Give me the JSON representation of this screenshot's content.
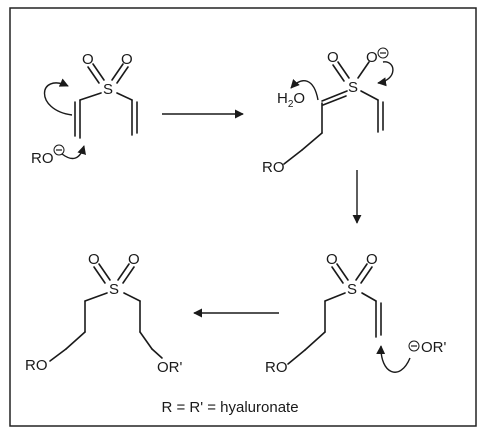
{
  "labels": {
    "oxygen": "O",
    "sulfur": "S",
    "alkoxide": "RO",
    "water_h": "H",
    "water_sub": "2",
    "water_o": "O",
    "ether_left": "RO",
    "ether_right": "OR'",
    "alkoxide_prime": "OR'",
    "minus": "−"
  },
  "caption": "R = R' = hyaluronate"
}
